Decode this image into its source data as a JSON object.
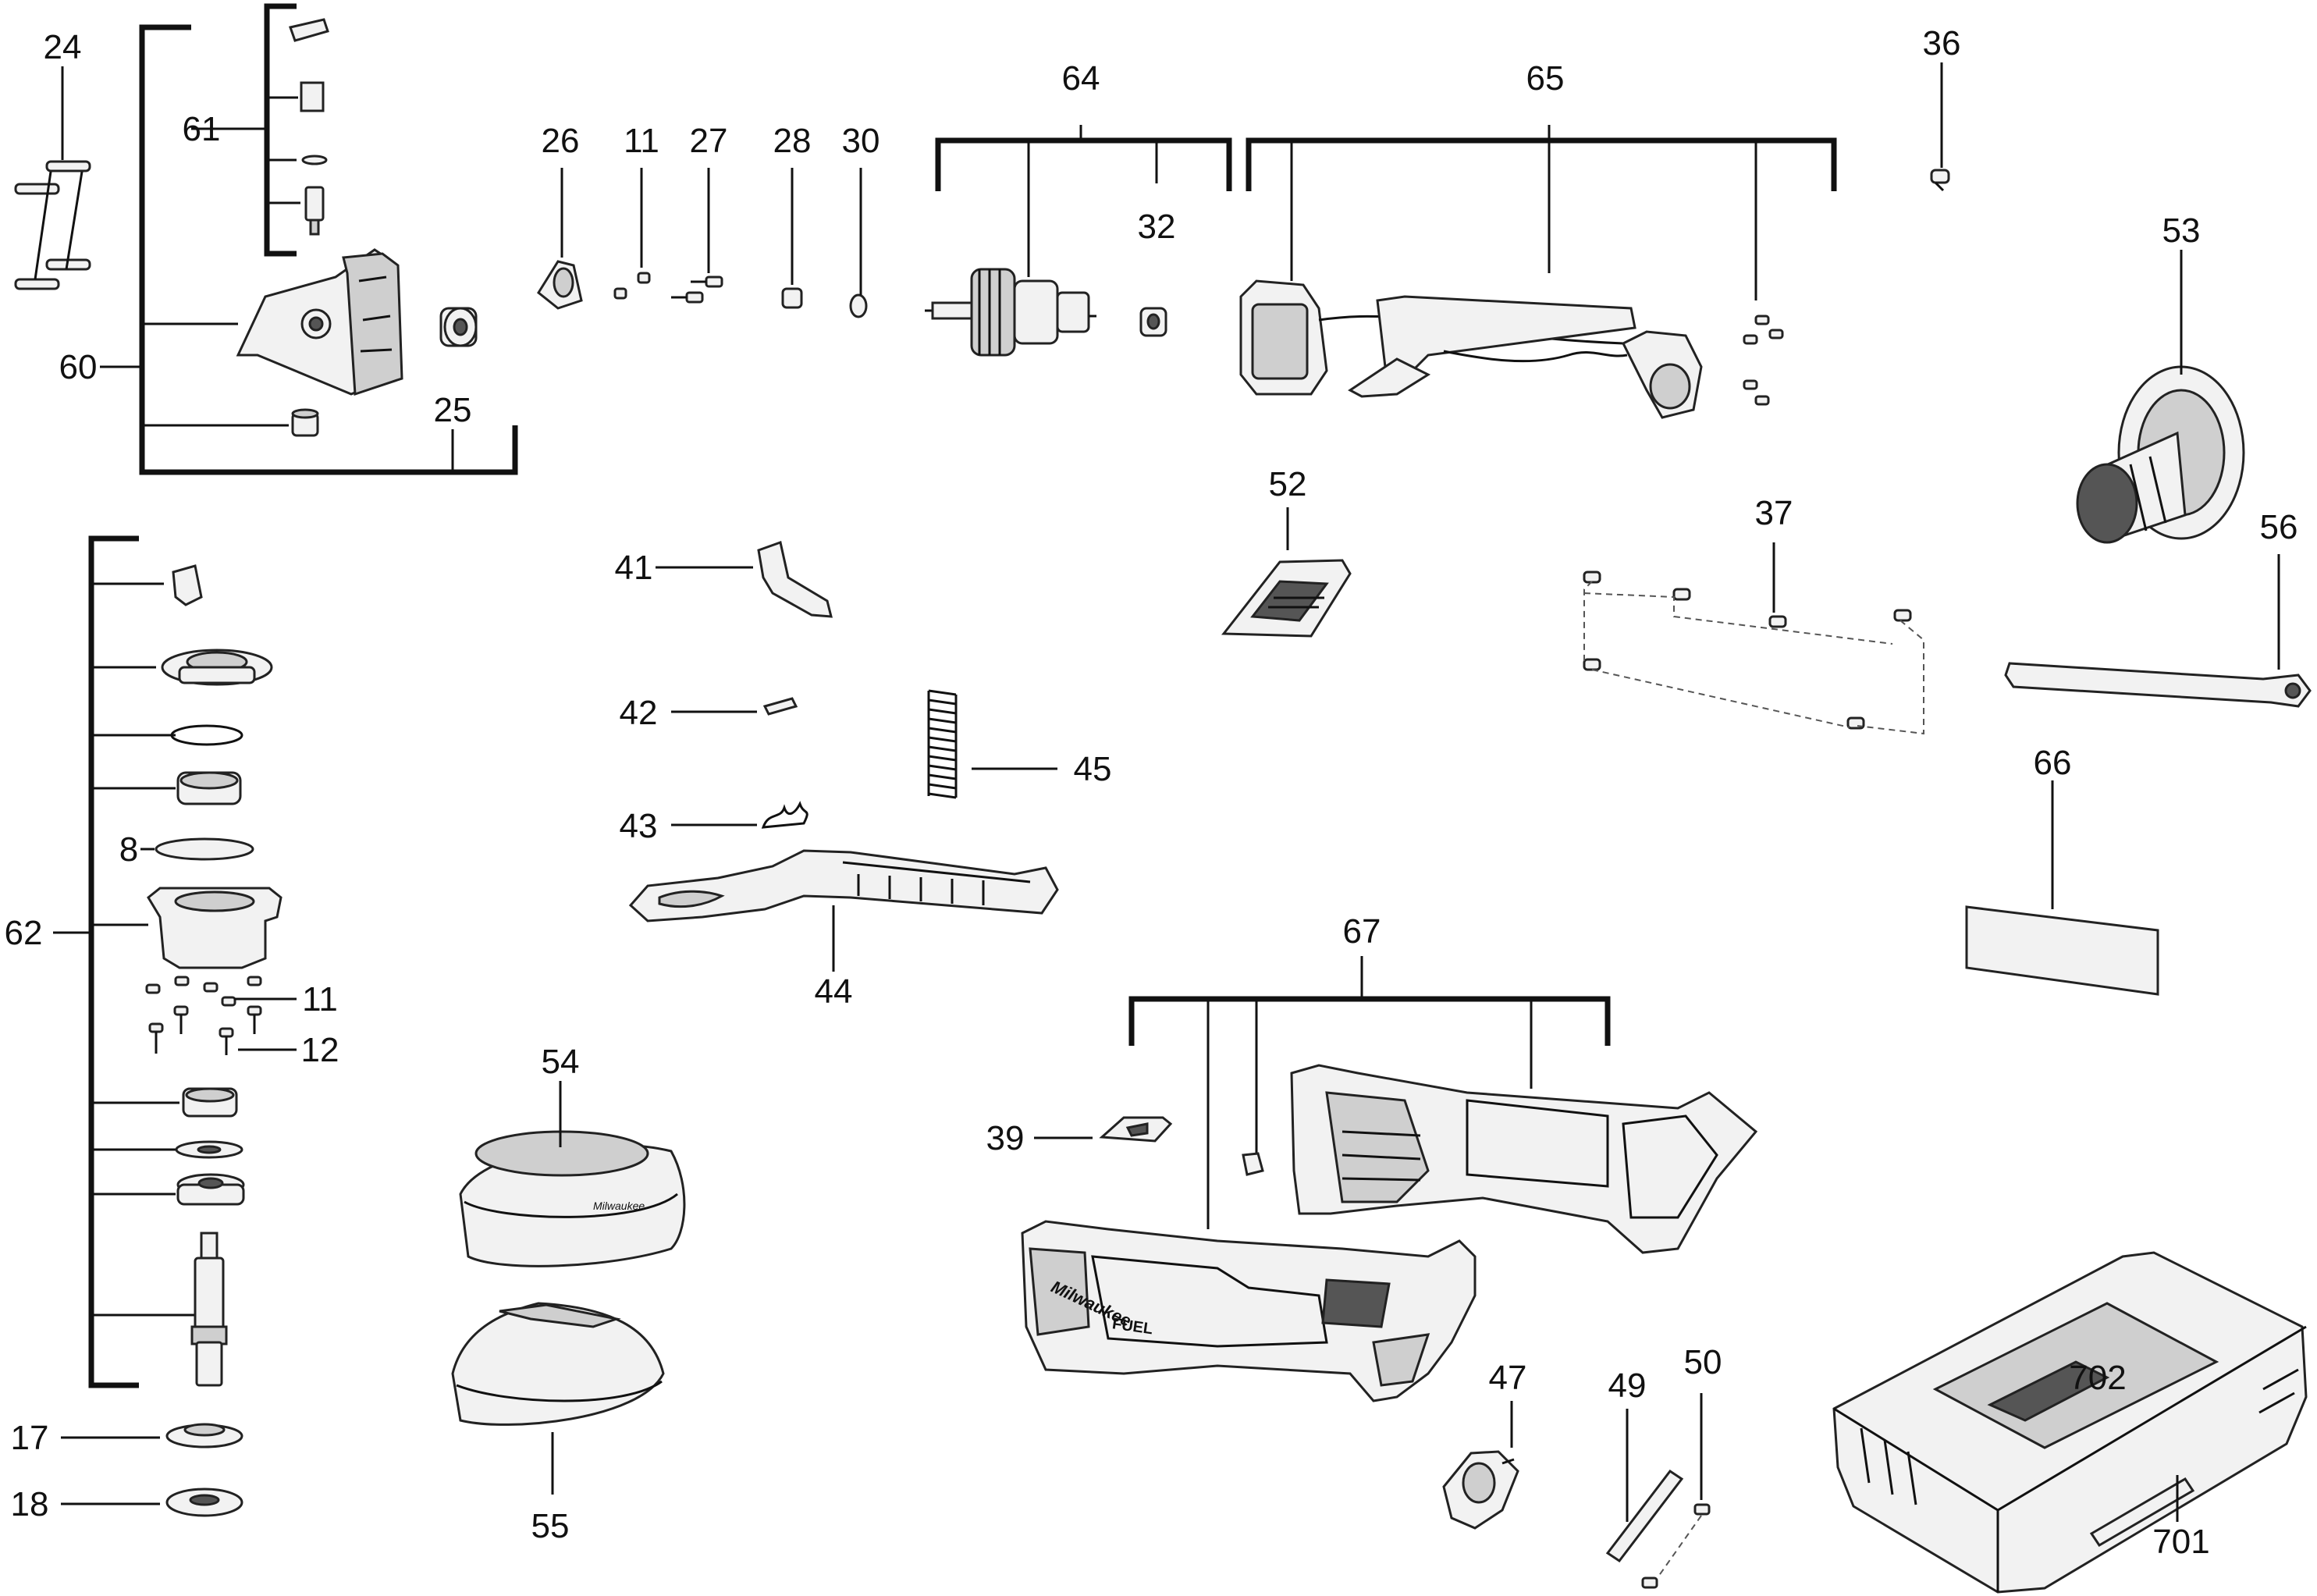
{
  "labels": {
    "l24": "24",
    "l61": "61",
    "l60": "60",
    "l25": "25",
    "l26": "26",
    "l11a": "11",
    "l27": "27",
    "l28": "28",
    "l30": "30",
    "l64": "64",
    "l32": "32",
    "l65": "65",
    "l36": "36",
    "l53": "53",
    "l52": "52",
    "l37": "37",
    "l56": "56",
    "l41": "41",
    "l42": "42",
    "l43": "43",
    "l45": "45",
    "l44": "44",
    "l66": "66",
    "l62": "62",
    "l8": "8",
    "l11b": "11",
    "l12": "12",
    "l54": "54",
    "l55": "55",
    "l67": "67",
    "l39": "39",
    "l17": "17",
    "l18": "18",
    "l47": "47",
    "l49": "49",
    "l50": "50",
    "l702": "702",
    "l701": "701"
  },
  "brand_marks": {
    "housing_logo": "Milwaukee",
    "housing_model": "FUEL",
    "guard_logo": "Milwaukee"
  }
}
